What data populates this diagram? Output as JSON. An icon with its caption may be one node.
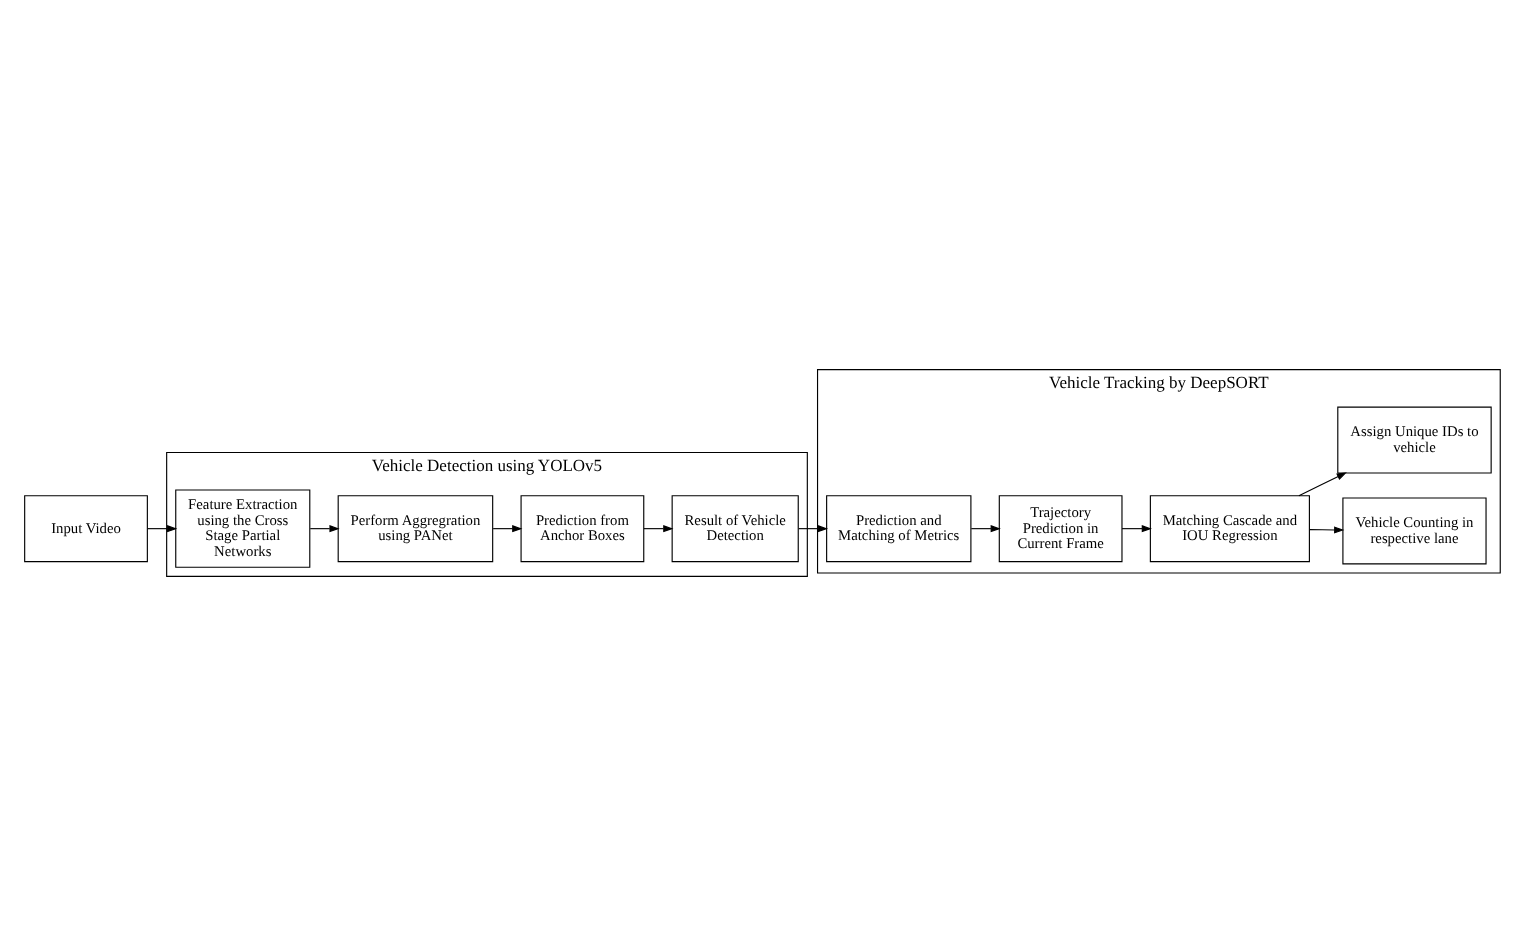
{
  "diagram": {
    "nodes": [
      {
        "text": [
          "Vehicle Detection using YOLOv5"
        ]
      },
      {
        "text": [
          "Input Video"
        ]
      },
      {
        "text": [
          "Feature Extraction using the Cross Stage Partial Networks"
        ],
        "in": 0
      },
      {
        "text": [
          "Perform Aggregration using PANet"
        ],
        "in": 0
      },
      {
        "text": [
          "Prediction from Anchor Boxes"
        ],
        "in": 0
      },
      {
        "text": [
          "Result of Vehicle Detection"
        ],
        "in": 0
      },
      {
        "text": [
          "Vehicle Tracking by DeepSORT"
        ]
      },
      {
        "text": [
          "Vehicle Counting in respective lane"
        ],
        "in": 6
      },
      {
        "text": [
          "Assign Unique IDs to vehicle"
        ],
        "in": 6
      },
      {
        "text": [
          "Matching Cascade and IOU Regression"
        ],
        "in": 6
      },
      {
        "text": [
          "Trajectory Prediction in Current Frame"
        ],
        "in": 6
      },
      {
        "text": [
          "Prediction and Matching of Metrics"
        ],
        "in": 6
      }
    ],
    "edges": [
      {
        "from": 1,
        "to": 2,
        "arrow": "to"
      },
      {
        "from": 2,
        "to": 3,
        "arrow": "to"
      },
      {
        "from": 3,
        "to": 4,
        "arrow": "to"
      },
      {
        "from": 4,
        "to": 5,
        "arrow": "to"
      },
      {
        "from": 5,
        "to": 11,
        "arrow": "to"
      },
      {
        "from": 11,
        "to": 10,
        "arrow": "to"
      },
      {
        "from": 10,
        "to": 9,
        "arrow": "to"
      },
      {
        "from": 9,
        "to": 7,
        "arrow": "to"
      },
      {
        "from": 9,
        "to": 8,
        "arrow": "to"
      }
    ]
  }
}
